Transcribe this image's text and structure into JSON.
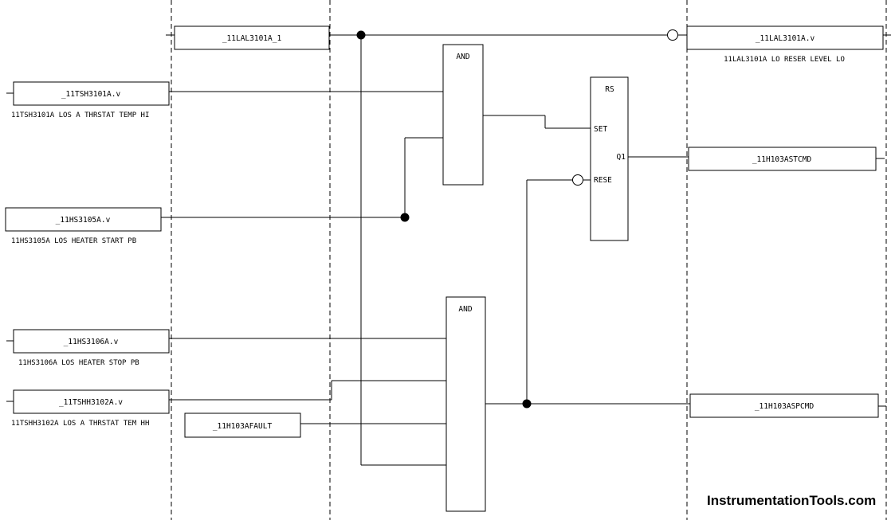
{
  "tags": {
    "lal3101a_internal": "_11LAL3101A_1",
    "lal3101a_out": "_11LAL3101A.v",
    "lal3101a_desc": "11LAL3101A LO RESER LEVEL LO",
    "tsh3101a": "_11TSH3101A.v",
    "tsh3101a_desc": "11TSH3101A LOS A THRSTAT TEMP HI",
    "hs3105a": "_11HS3105A.v",
    "hs3105a_desc": "11HS3105A LOS HEATER START PB",
    "hs3106a": "_11HS3106A.v",
    "hs3106a_desc": "11HS3106A LOS HEATER STOP  PB",
    "tshh3102a": "_11TSHH3102A.v",
    "tshh3102a_desc": "11TSHH3102A LOS A THRSTAT TEM HH",
    "h103afault": "_11H103AFAULT",
    "h103astcmd": "_11H103ASTCMD",
    "h103aspcmd": "_11H103ASPCMD"
  },
  "blocks": {
    "and1": "AND",
    "and2": "AND",
    "rs_title": "RS",
    "rs_set": "SET",
    "rs_reset": "RESE",
    "rs_q1": "Q1"
  },
  "watermark": "InstrumentationTools.com"
}
